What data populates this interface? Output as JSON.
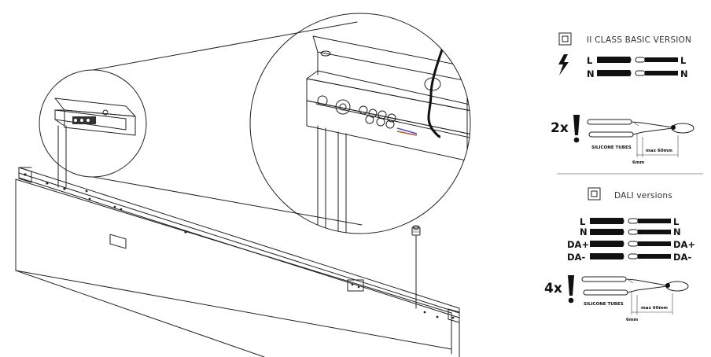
{
  "versions": [
    {
      "id": "basic",
      "title": "II CLASS BASIC VERSION",
      "wires": [
        {
          "left": "L",
          "right": "L"
        },
        {
          "left": "N",
          "right": "N"
        }
      ],
      "multiplier": "2x",
      "tubes_label": "SILICONE TUBES",
      "strip_label": "6mm",
      "length_label": "max 60mm"
    },
    {
      "id": "dali",
      "title": "DALI versions",
      "wires": [
        {
          "left": "L",
          "right": "L"
        },
        {
          "left": "N",
          "right": "N"
        },
        {
          "left": "DA+",
          "right": "DA+"
        },
        {
          "left": "DA-",
          "right": "DA-"
        }
      ],
      "multiplier": "4x",
      "tubes_label": "SILICONE TUBES",
      "strip_label": "6mm",
      "length_label": "max 60mm"
    }
  ],
  "icons": {
    "class2": "double-square-icon",
    "power": "lightning-bolt-icon",
    "warning": "exclamation-icon"
  },
  "colors": {
    "line": "#222222",
    "wire_fill": "#111111",
    "divider": "#999999"
  }
}
